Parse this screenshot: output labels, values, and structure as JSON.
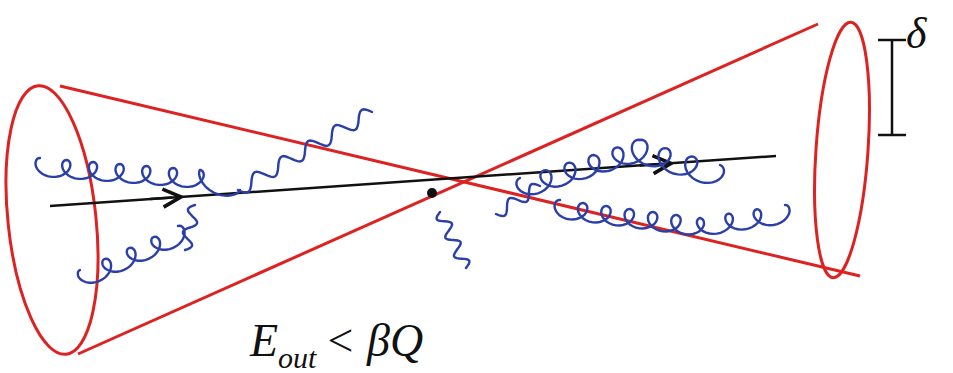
{
  "diagram": {
    "labels": [
      "E",
      "out",
      "< βQ",
      "δ"
    ]
  }
}
